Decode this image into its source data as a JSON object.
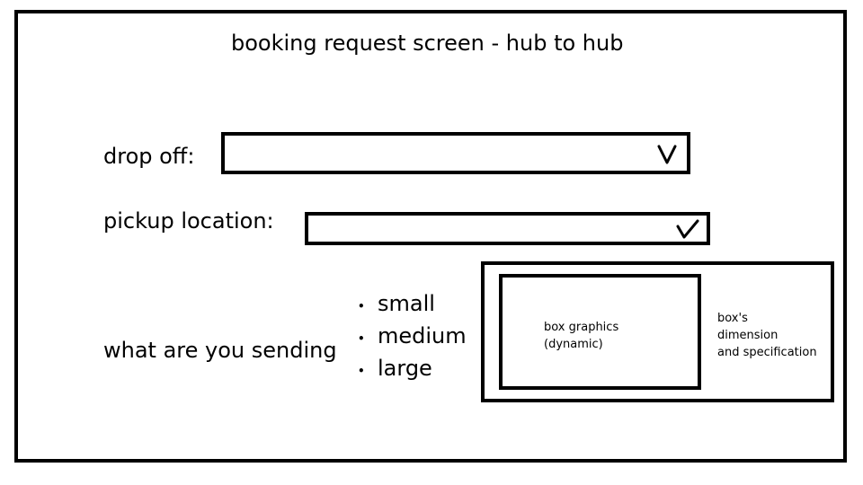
{
  "screen": {
    "title": "booking request screen - hub to hub"
  },
  "form": {
    "dropoff": {
      "label": "drop off:",
      "value": "",
      "icon": "chevron-down-icon"
    },
    "pickup": {
      "label": "pickup location:",
      "value": "",
      "icon": "chevron-down-icon"
    },
    "package": {
      "label": "what are you sending",
      "options": [
        {
          "label": "small",
          "bullet": "•"
        },
        {
          "label": "medium",
          "bullet": "•"
        },
        {
          "label": "large",
          "bullet": "•"
        }
      ]
    }
  },
  "preview": {
    "graphic_text": "box graphics\n(dynamic)",
    "spec_text": "box's\ndimension\nand specification"
  },
  "colors": {
    "line": "#000000",
    "background": "#ffffff"
  }
}
